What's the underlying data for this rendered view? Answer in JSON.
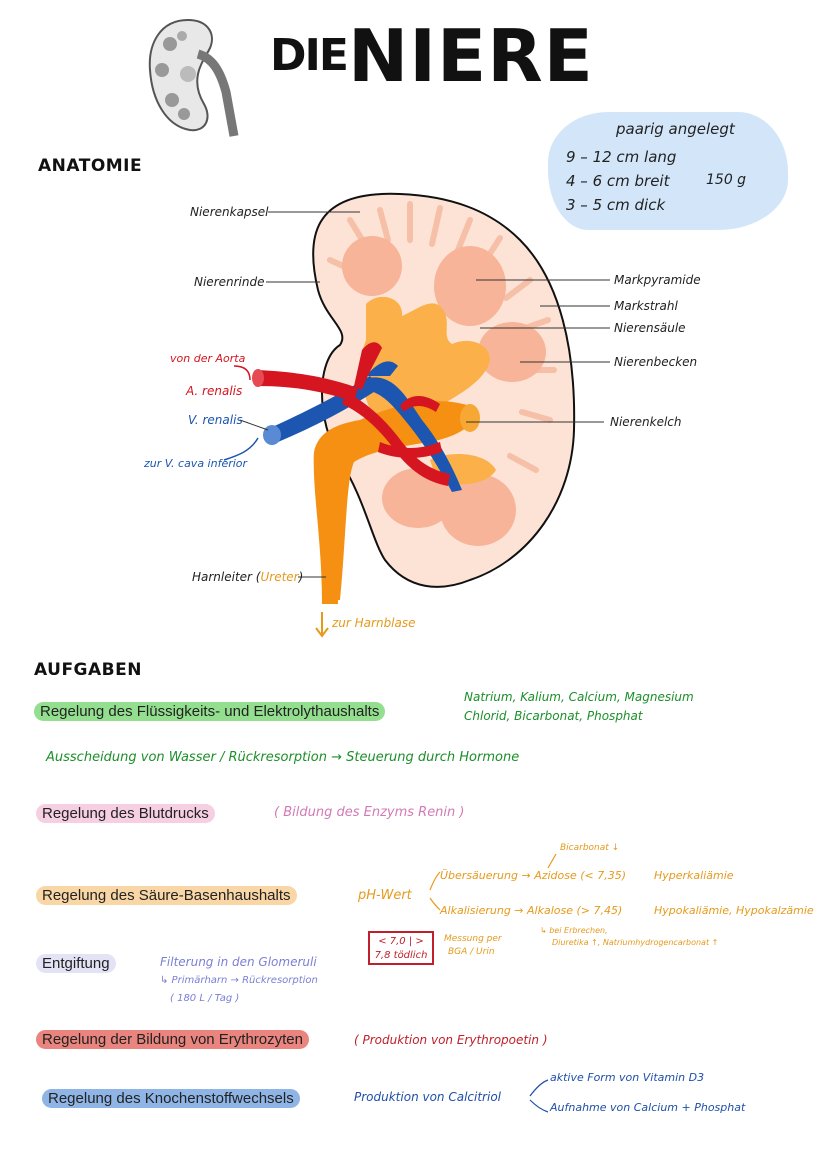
{
  "header": {
    "title_die": "DIE",
    "title_niere": "NIERE",
    "illustration": "kidney-sketch-icon"
  },
  "anatomie": {
    "heading": "ANATOMIE",
    "facts": {
      "line1": "paarig angelegt",
      "line2": "9 – 12 cm lang",
      "line3": "4 – 6 cm breit",
      "line4": "3 – 5 cm dick",
      "weight": "150 g"
    },
    "labels": {
      "nierenkapsel": "Nierenkapsel",
      "nierenrinde": "Nierenrinde",
      "von_der_aorta": "von der Aorta",
      "a_renalis": "A. renalis",
      "v_renalis": "V. renalis",
      "zur_v_cava": "zur V. cava inferior",
      "harnleiter": "Harnleiter (",
      "ureter": "Ureter",
      "harnleiter_close": ")",
      "zur_harnblase": "zur Harnblase",
      "markpyramide": "Markpyramide",
      "markstrahl": "Markstrahl",
      "nierensaeule": "Nierensäule",
      "nierenbecken": "Nierenbecken",
      "nierenkelch": "Nierenkelch"
    }
  },
  "aufgaben": {
    "heading": "AUFGABEN",
    "items": [
      {
        "label": "Regelung des Flüssigkeits- und Elektrolythaushalts",
        "note1": "Natrium, Kalium, Calcium, Magnesium",
        "note2": "Chlorid, Bicarbonat, Phosphat",
        "note3": "Ausscheidung von Wasser / Rückresorption → Steuerung durch Hormone"
      },
      {
        "label": "Regelung des Blutdrucks",
        "note1": "( Bildung des Enzyms Renin )"
      },
      {
        "label": "Regelung des Säure-Basenhaushalts",
        "ph": "pH-Wert",
        "bicarbonat": "Bicarbonat ↓",
        "ueber": "Übersäuerung → Azidose (< 7,35)",
        "hyperk": "Hyperkaliämie",
        "alkal": "Alkalisierung → Alkalose (> 7,45)",
        "hypok": "Hypokaliämie, Hypokalzämie",
        "ursache1": "↳ bei Erbrechen,",
        "ursache2": "Diuretika ↑, Natriumhydrogencarbonat ↑",
        "box": "< 7,0 | > 7,8 tödlich",
        "messung1": "Messung per",
        "messung2": "BGA / Urin"
      },
      {
        "label": "Entgiftung",
        "note1": "Filterung in den Glomeruli",
        "note2": "↳ Primärharn → Rückresorption",
        "note3": "( 180 L / Tag )"
      },
      {
        "label": "Regelung der Bildung von Erythrozyten",
        "note1": "( Produktion von Erythropoetin )"
      },
      {
        "label": "Regelung des Knochenstoffwechsels",
        "note1": "Produktion von Calcitriol",
        "note2": "aktive Form von Vitamin D3",
        "note3": "Aufnahme von Calcium + Phosphat"
      }
    ]
  },
  "colors": {
    "green": "#93df8f",
    "pink": "#f7cfe2",
    "peach": "#f9d6a6",
    "lavender": "#e4e2f5",
    "red": "#e9857e",
    "blue": "#8fb5e6",
    "note_green": "#1c8f2a",
    "note_pink": "#d27ab6",
    "note_orange": "#e59a1c",
    "note_purple": "#7b7fd6",
    "note_red": "#c0202a",
    "note_blue": "#1f4fa8"
  }
}
